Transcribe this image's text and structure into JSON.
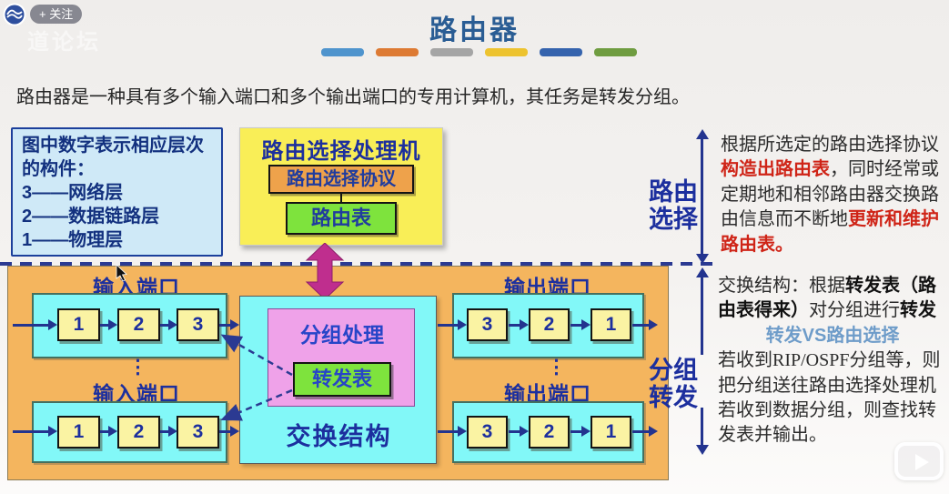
{
  "overlay": {
    "follow": "+ 关注",
    "watermark": "道论坛"
  },
  "header": {
    "title": "路由器",
    "bar_colors": [
      "#4f94cd",
      "#dd7a33",
      "#a5a5a5",
      "#edc32f",
      "#3563ad",
      "#6f9c40"
    ]
  },
  "intro": "路由器是一种具有多个输入端口和多个输出端口的专用计算机，其任务是转发分组。",
  "legend": {
    "line1": "图中数字表示相应层次的构件：",
    "line2": "3——网络层",
    "line3": "2——数据链路层",
    "line4": "1——物理层"
  },
  "processor": {
    "title": "路由选择处理机",
    "protocol": "路由选择协议",
    "table": "路由表"
  },
  "fabric": {
    "input_label": "输入端口",
    "output_label": "输出端口",
    "in1": "1",
    "in2": "2",
    "in3": "3",
    "out3": "3",
    "out2": "2",
    "out1": "1",
    "dots": "⋮",
    "packet_processing": "分组处理",
    "forwarding_table": "转发表",
    "switch_fabric": "交换结构"
  },
  "routing_panel": {
    "label1": "路由",
    "label2": "选择",
    "l1": "根据所选定的路由选择协议",
    "l2_red": "构造出路由表",
    "l2": "，同时经常或",
    "l3": "定期地和相邻路由器交换路",
    "l4": "由信息而不断地",
    "l4_red": "更新和维护",
    "l5_red": "路由表。"
  },
  "forwarding_panel": {
    "label1": "分组",
    "label2": "转发",
    "s1": "交换结构：根据",
    "s1_bold": "转发表（路",
    "s2_bold": "由表得来）",
    "s2": "对分组进行",
    "s2_bold2": "转发",
    "vs": "转发VS路由选择",
    "f1a": "若收到",
    "f1b": "RIP/OSPF",
    "f1c": "分组等，则",
    "f2": "把分组送往路由选择处理机",
    "f3": "若收到数据分组，则查找转",
    "f4": "发表并输出。"
  },
  "player": {
    "accent_navy": "#23348f",
    "accent_magenta": "#bf2e8e"
  }
}
